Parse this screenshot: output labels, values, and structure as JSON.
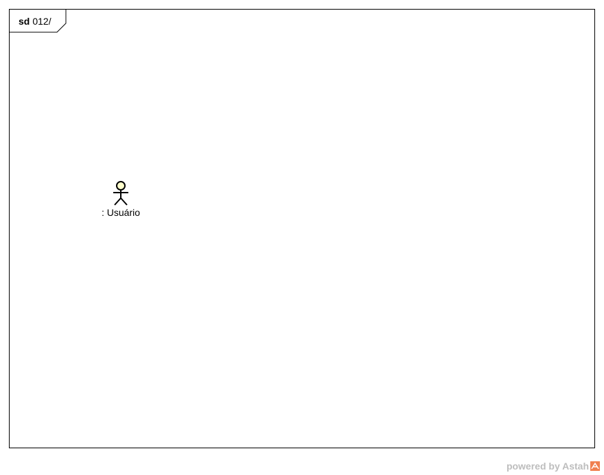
{
  "frame": {
    "keyword": "sd",
    "name": "012/"
  },
  "actor": {
    "label": ": Usuário",
    "head_color": "#ffffcc"
  },
  "footer": {
    "text": "powered by Astah",
    "logo_color": "#f08050"
  }
}
